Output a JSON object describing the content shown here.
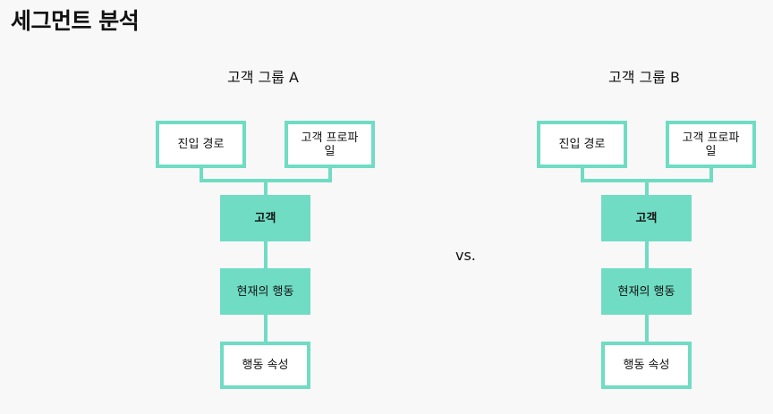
{
  "title": "세그먼트 분석",
  "vs_label": "vs.",
  "groups": [
    {
      "title": "고객 그룹 A",
      "sources": [
        "진입 경로",
        "고객 프로파일"
      ],
      "core": "고객",
      "behavior": "현재의 행동",
      "attributes": "행동 속성"
    },
    {
      "title": "고객 그룹 B",
      "sources": [
        "진입 경로",
        "고객 프로파일"
      ],
      "core": "고객",
      "behavior": "현재의 행동",
      "attributes": "행동 속성"
    }
  ],
  "colors": {
    "accent": "#6fdcc3",
    "background": "#f8f8f8",
    "box_fill": "#ffffff",
    "text": "#111111"
  }
}
